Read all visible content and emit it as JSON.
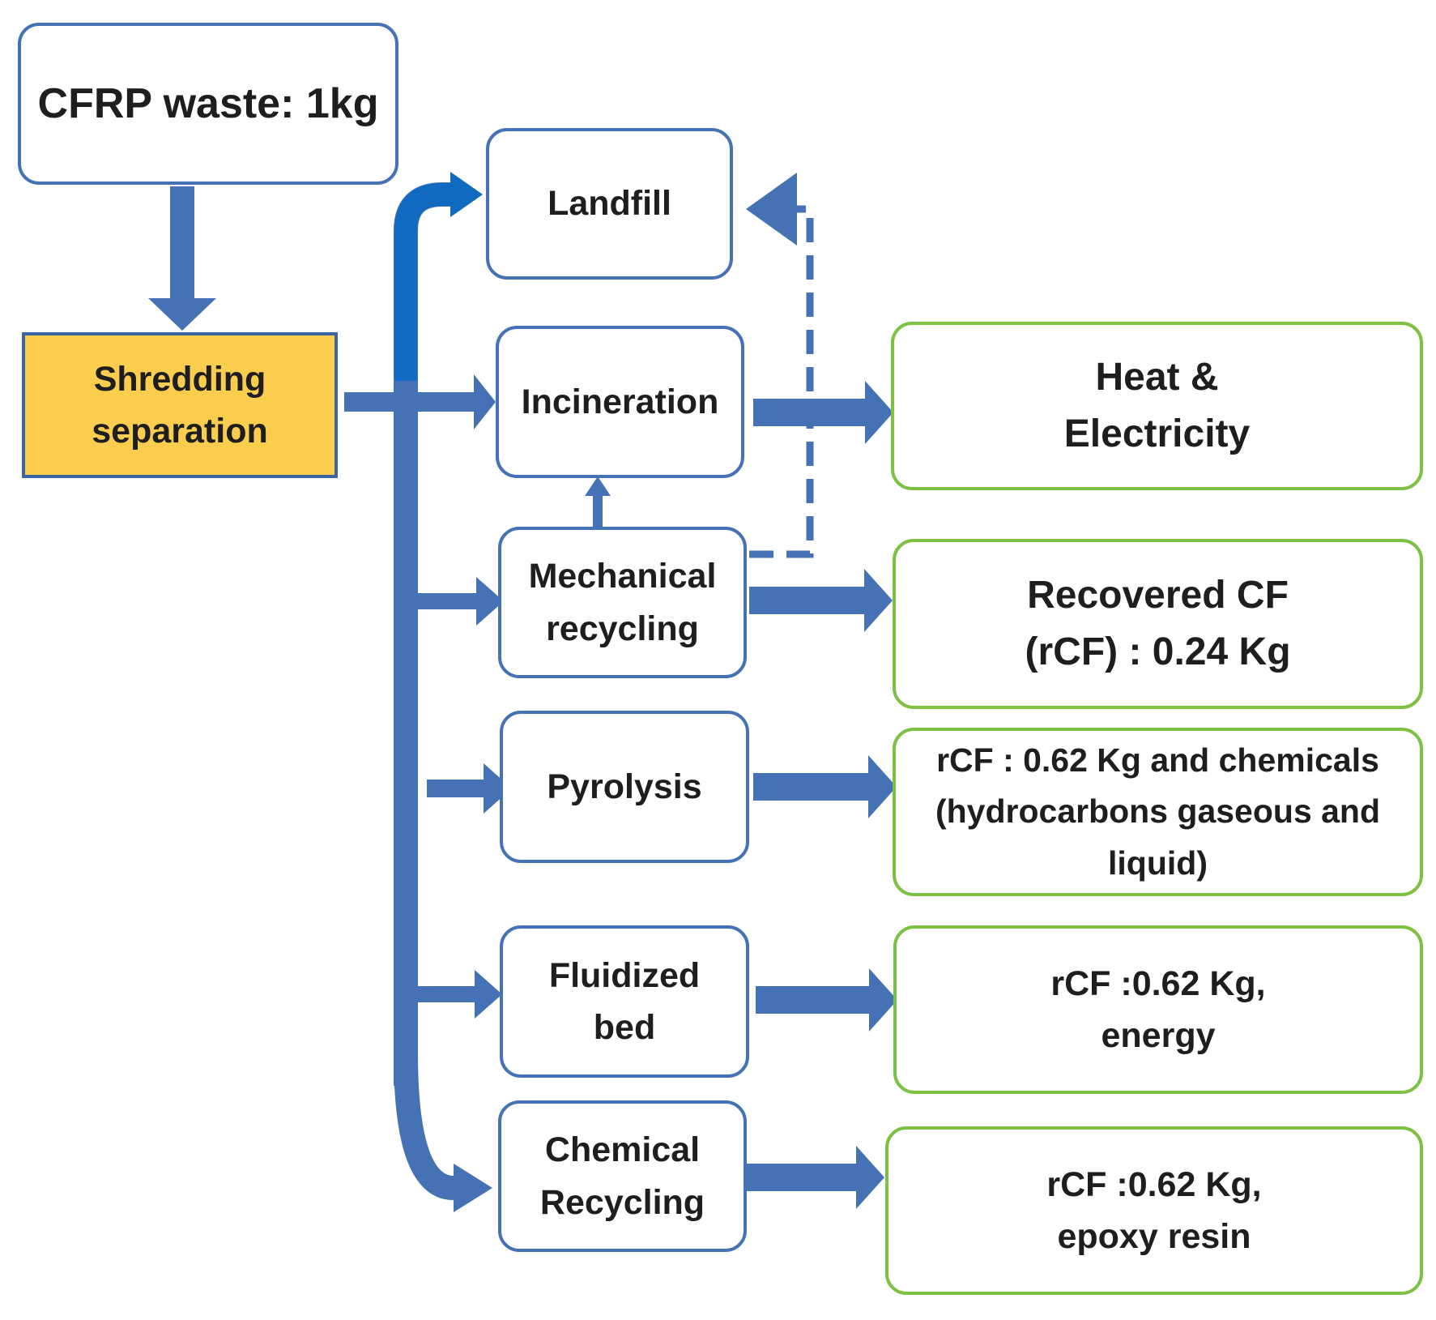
{
  "diagram": {
    "source": {
      "label": "CFRP waste: 1kg"
    },
    "preprocess": {
      "label": "Shredding\nseparation",
      "color": "#fbcd4f"
    },
    "processes": {
      "landfill": "Landfill",
      "incineration": "Incineration",
      "mechanical": "Mechanical\nrecycling",
      "pyrolysis": "Pyrolysis",
      "fluidized": "Fluidized\nbed",
      "chemical": "Chemical\nRecycling"
    },
    "outputs": {
      "incineration": "Heat &\nElectricity",
      "mechanical": "Recovered CF\n(rCF) : 0.24 Kg",
      "pyrolysis": "rCF : 0.62 Kg and chemicals\n(hydrocarbons gaseous and\nliquid)",
      "fluidized": "rCF :0.62 Kg,\nenergy",
      "chemical": "rCF :0.62 Kg,\nepoxy  resin"
    },
    "colors": {
      "process_border": "#4472b4",
      "output_border": "#7cc143",
      "arrow": "#4472b4",
      "arrow_dark": "#0f6ac0"
    }
  }
}
